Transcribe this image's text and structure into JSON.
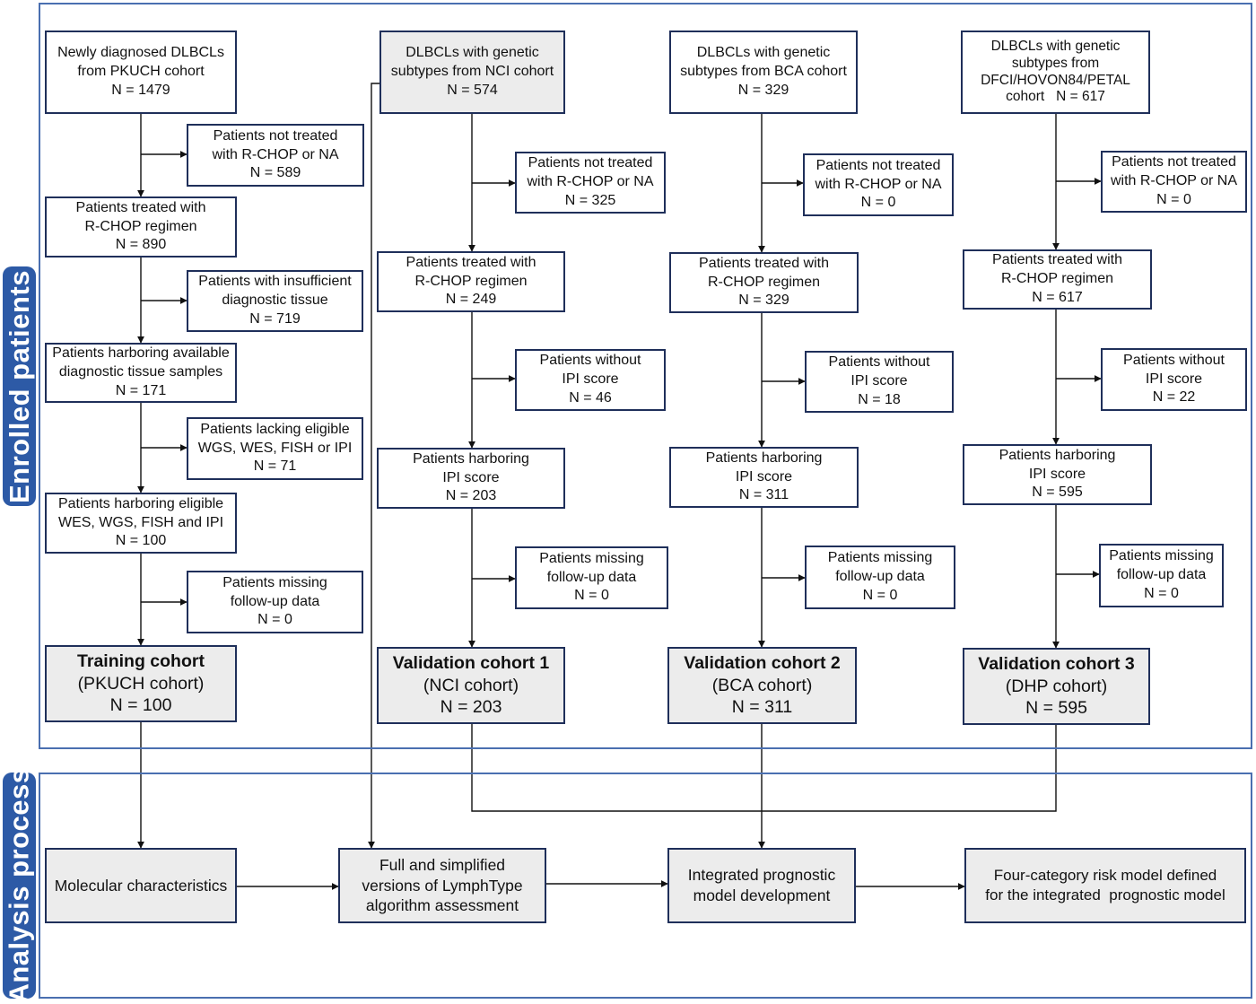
{
  "sections": {
    "enrolled": "Enrolled patients",
    "analysis": "Analysis process"
  },
  "pkuch": {
    "start": [
      "Newly diagnosed DLBCLs",
      "from PKUCH cohort",
      "N = 1479"
    ],
    "ex1": [
      "Patients not treated",
      "with R-CHOP or NA",
      "N = 589"
    ],
    "s2": [
      "Patients treated with",
      "R-CHOP regimen",
      "N = 890"
    ],
    "ex2": [
      "Patients with insufficient",
      "diagnostic tissue",
      "N = 719"
    ],
    "s3": [
      "Patients harboring available",
      "diagnostic tissue samples",
      "N = 171"
    ],
    "ex3": [
      "Patients lacking eligible",
      "WGS, WES, FISH or IPI",
      "N = 71"
    ],
    "s4": [
      "Patients harboring eligible",
      "WES, WGS, FISH and IPI",
      "N = 100"
    ],
    "ex4": [
      "Patients missing",
      "follow-up data",
      "N = 0"
    ],
    "final": [
      "Training cohort",
      "(PKUCH cohort)",
      "N = 100"
    ]
  },
  "nci": {
    "start": [
      "DLBCLs with genetic",
      "subtypes from NCI cohort",
      "N = 574"
    ],
    "ex1": [
      "Patients not treated",
      "with R-CHOP or NA",
      "N = 325"
    ],
    "s2": [
      "Patients treated with",
      "R-CHOP regimen",
      "N = 249"
    ],
    "ex2": [
      "Patients without",
      "IPI score",
      "N = 46"
    ],
    "s3": [
      "Patients harboring",
      "IPI score",
      "N = 203"
    ],
    "ex3": [
      "Patients missing",
      "follow-up data",
      "N = 0"
    ],
    "final": [
      "Validation cohort 1",
      "(NCI cohort)",
      "N = 203"
    ]
  },
  "bca": {
    "start": [
      "DLBCLs with genetic",
      "subtypes from BCA cohort",
      "N = 329"
    ],
    "ex1": [
      "Patients not treated",
      "with R-CHOP or NA",
      "N = 0"
    ],
    "s2": [
      "Patients treated with",
      "R-CHOP regimen",
      "N = 329"
    ],
    "ex2": [
      "Patients without",
      "IPI score",
      "N = 18"
    ],
    "s3": [
      "Patients harboring",
      "IPI score",
      "N = 311"
    ],
    "ex3": [
      "Patients missing",
      "follow-up data",
      "N = 0"
    ],
    "final": [
      "Validation cohort 2",
      "(BCA cohort)",
      "N = 311"
    ]
  },
  "dhp": {
    "start": [
      "DLBCLs with genetic",
      "subtypes from",
      "DFCI/HOVON84/PETAL",
      "cohort   N = 617"
    ],
    "ex1": [
      "Patients not treated",
      "with R-CHOP or NA",
      "N = 0"
    ],
    "s2": [
      "Patients treated with",
      "R-CHOP regimen",
      "N = 617"
    ],
    "ex2": [
      "Patients without",
      "IPI score",
      "N = 22"
    ],
    "s3": [
      "Patients harboring",
      "IPI score",
      "N = 595"
    ],
    "ex3": [
      "Patients missing",
      "follow-up data",
      "N = 0"
    ],
    "final": [
      "Validation cohort 3",
      "(DHP cohort)",
      "N = 595"
    ]
  },
  "process": {
    "p1": [
      "Molecular characteristics"
    ],
    "p2": [
      "Full and simplified",
      "versions of LymphType",
      "algorithm assessment"
    ],
    "p3": [
      "Integrated prognostic",
      "model development"
    ],
    "p4": [
      "Four-category risk model defined",
      "for the integrated  prognostic model"
    ]
  }
}
